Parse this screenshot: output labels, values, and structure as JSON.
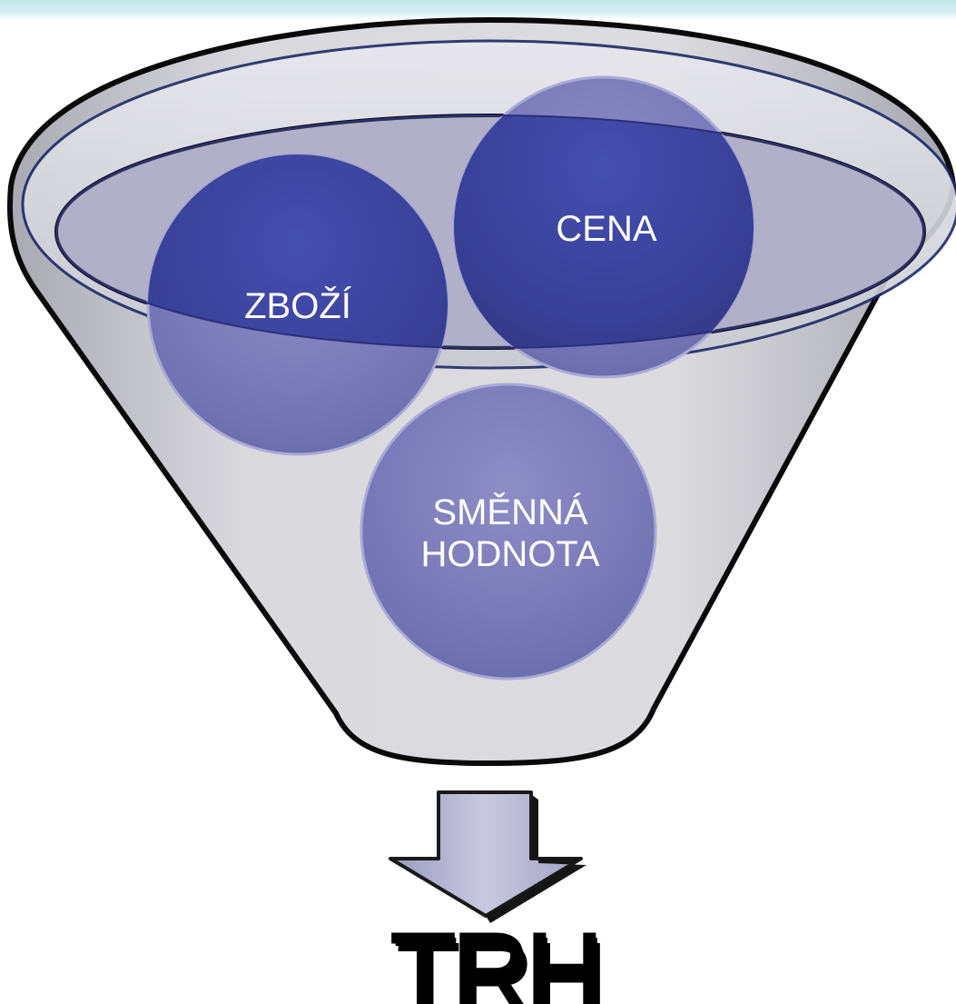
{
  "diagram": {
    "circles": [
      {
        "id": "zbozi",
        "lines": [
          "ZBOŽÍ"
        ]
      },
      {
        "id": "cena",
        "lines": [
          "CENA"
        ]
      },
      {
        "id": "smenna",
        "lines": [
          "SMĚNNÁ",
          "HODNOTA"
        ]
      }
    ],
    "result_label": "TRH",
    "colors": {
      "funnel_rim": "#1c2a68",
      "funnel_body": "#cfcfd6",
      "funnel_inner": "#b9b9cc",
      "circle_dark": "#1a2390",
      "circle_light": "#7a7bb8",
      "arrow_fill": "#b8b8d4"
    }
  }
}
